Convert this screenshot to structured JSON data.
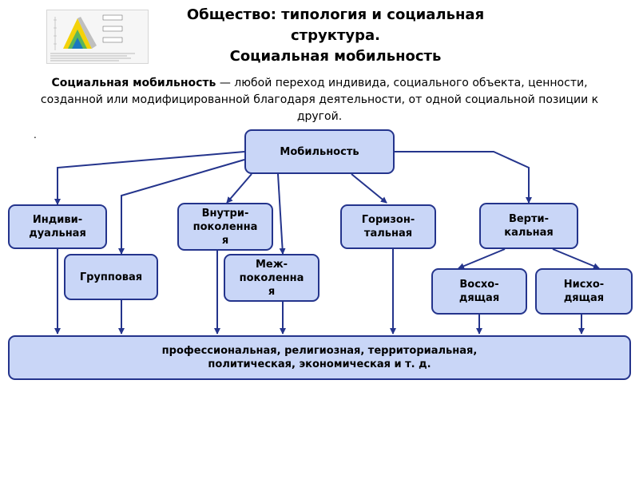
{
  "title": {
    "line1": "Общество: типология и социальная",
    "line2": "структура.",
    "line3": "Социальная мобильность"
  },
  "definition": {
    "term": "Социальная мобильность",
    "text": " — любой переход индивида, социального объекта, ценности, созданной или модифицированной благодаря деятельности, от одной социальной позиции к другой."
  },
  "stray_mark": ".",
  "diagram": {
    "root": "Мобильность",
    "individual": "Индиви-\nдуальная",
    "group": "Групповая",
    "intragenerational": "Внутри-\nпоколенна\nя",
    "intergenerational": "Меж-\nпоколенна\nя",
    "horizontal": "Горизон-\nтальная",
    "vertical": "Верти-\nкальная",
    "ascending": "Восхо-\nдящая",
    "descending": "Нисхо-\nдящая",
    "spheres": "профессиональная, религиозная, территориальная,\nполитическая, экономическая и т. д."
  },
  "colors": {
    "node_fill": "#c9d6f7",
    "node_border": "#24348c",
    "arrow": "#24348c"
  },
  "thumbnail": {
    "icon": "pyramid-chart-thumbnail-icon"
  }
}
